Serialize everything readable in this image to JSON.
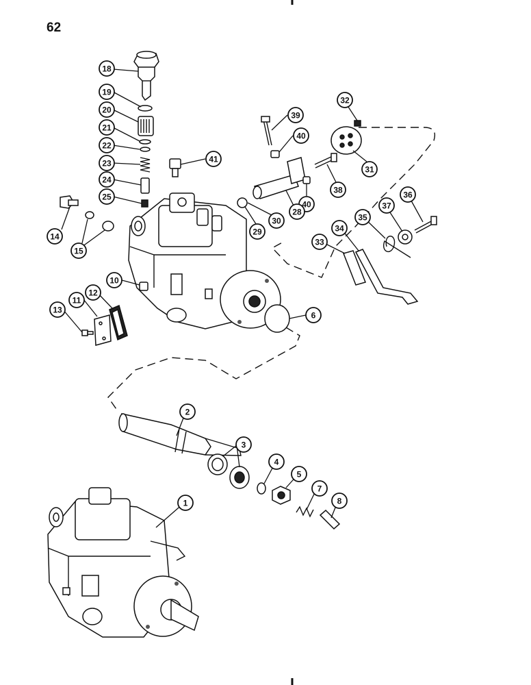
{
  "page": {
    "number": "62"
  },
  "callouts": [
    {
      "id": "c18",
      "label": "18"
    },
    {
      "id": "c19",
      "label": "19"
    },
    {
      "id": "c20",
      "label": "20"
    },
    {
      "id": "c21",
      "label": "21"
    },
    {
      "id": "c22",
      "label": "22"
    },
    {
      "id": "c23",
      "label": "23"
    },
    {
      "id": "c24",
      "label": "24"
    },
    {
      "id": "c25",
      "label": "25"
    },
    {
      "id": "c14",
      "label": "14"
    },
    {
      "id": "c15",
      "label": "15"
    },
    {
      "id": "c10",
      "label": "10"
    },
    {
      "id": "c11",
      "label": "11"
    },
    {
      "id": "c12",
      "label": "12"
    },
    {
      "id": "c13",
      "label": "13"
    },
    {
      "id": "c6",
      "label": "6"
    },
    {
      "id": "c41",
      "label": "41"
    },
    {
      "id": "c39",
      "label": "39"
    },
    {
      "id": "c40a",
      "label": "40"
    },
    {
      "id": "c40b",
      "label": "40"
    },
    {
      "id": "c32",
      "label": "32"
    },
    {
      "id": "c31",
      "label": "31"
    },
    {
      "id": "c38",
      "label": "38"
    },
    {
      "id": "c28",
      "label": "28"
    },
    {
      "id": "c29",
      "label": "29"
    },
    {
      "id": "c30",
      "label": "30"
    },
    {
      "id": "c33",
      "label": "33"
    },
    {
      "id": "c34",
      "label": "34"
    },
    {
      "id": "c35",
      "label": "35"
    },
    {
      "id": "c37",
      "label": "37"
    },
    {
      "id": "c36",
      "label": "36"
    },
    {
      "id": "c2",
      "label": "2"
    },
    {
      "id": "c3",
      "label": "3"
    },
    {
      "id": "c4",
      "label": "4"
    },
    {
      "id": "c5",
      "label": "5"
    },
    {
      "id": "c7",
      "label": "7"
    },
    {
      "id": "c8",
      "label": "8"
    },
    {
      "id": "c1",
      "label": "1"
    }
  ]
}
